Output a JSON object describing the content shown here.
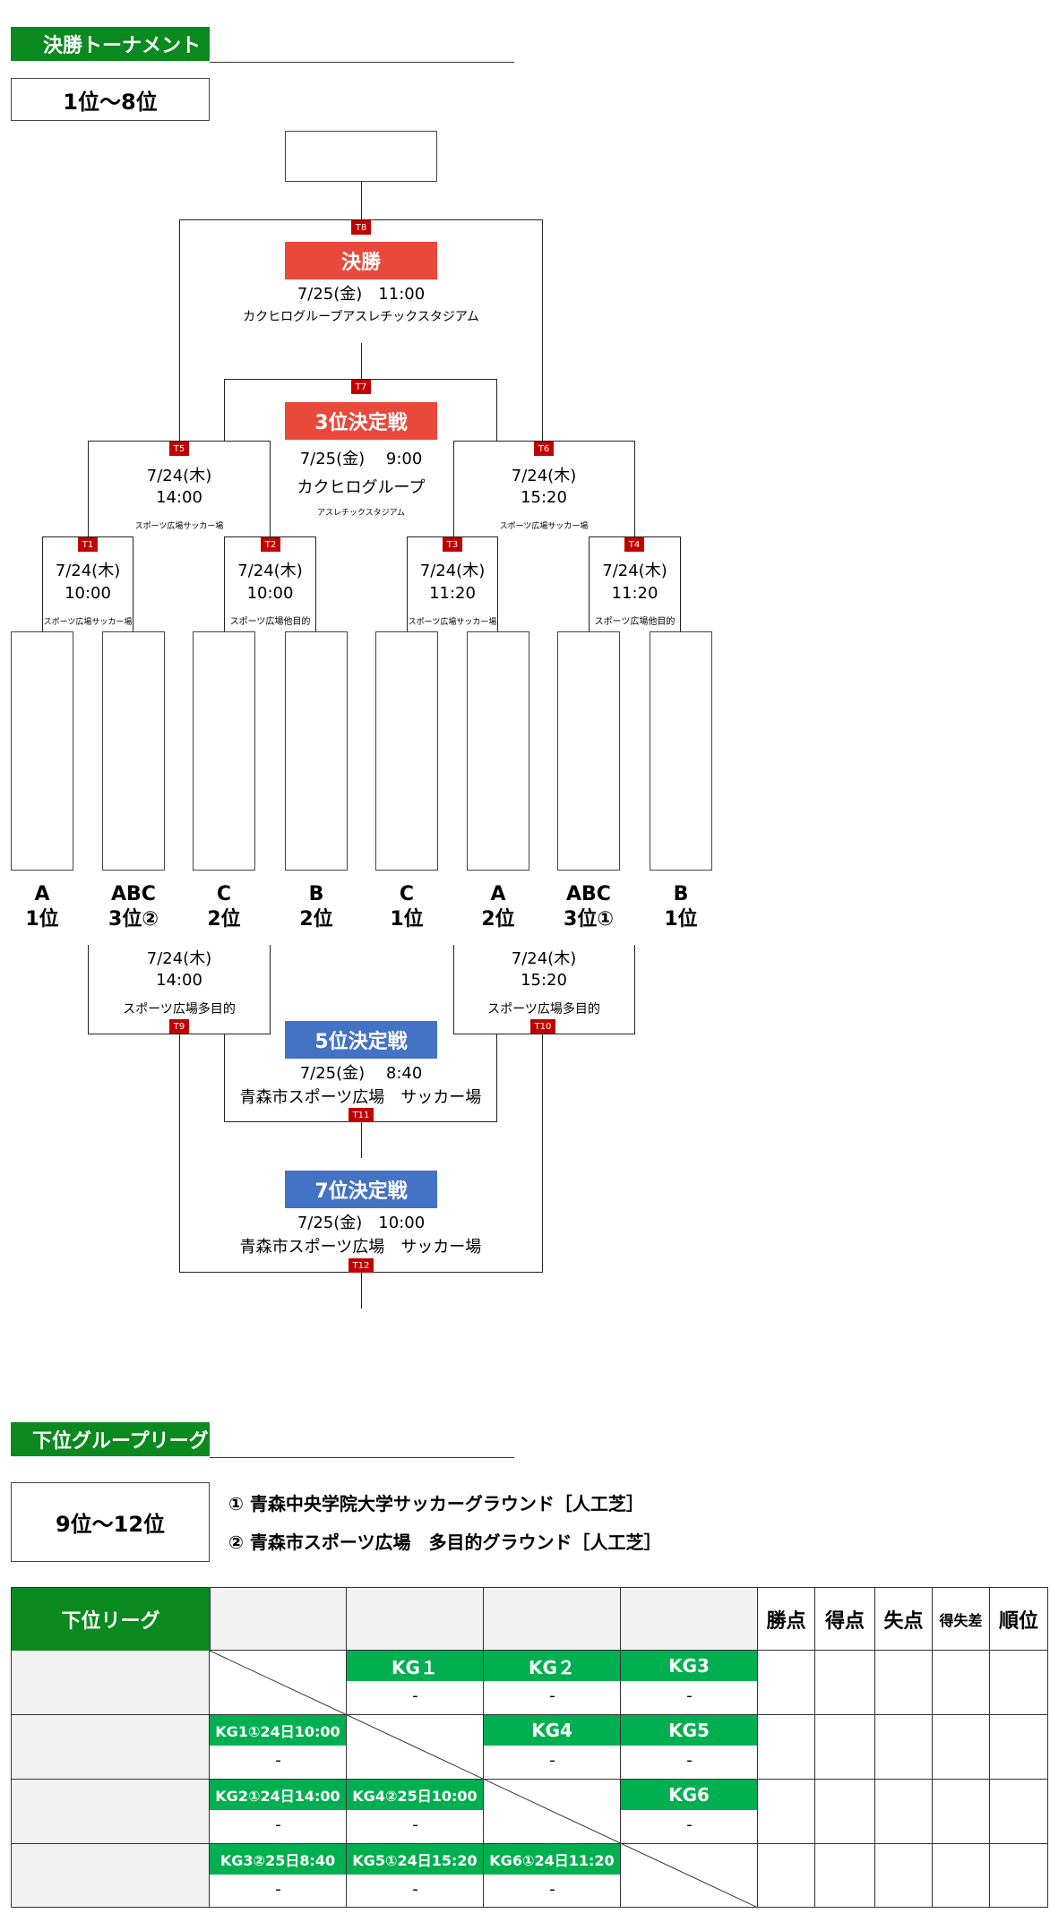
{
  "final_section": {
    "header": "決勝トーナメント",
    "range": "1位〜8位"
  },
  "matches": {
    "t1": {
      "tag": "T1",
      "date": "7/24(木)",
      "time": "10:00",
      "venue": "スポーツ広場サッカー場"
    },
    "t2": {
      "tag": "T2",
      "date": "7/24(木)",
      "time": "10:00",
      "venue": "スポーツ広場他目的"
    },
    "t3": {
      "tag": "T3",
      "date": "7/24(木)",
      "time": "11:20",
      "venue": "スポーツ広場サッカー場"
    },
    "t4": {
      "tag": "T4",
      "date": "7/24(木)",
      "time": "11:20",
      "venue": "スポーツ広場他目的"
    },
    "t5": {
      "tag": "T5",
      "date": "7/24(木)",
      "time": "14:00",
      "venue": "スポーツ広場サッカー場"
    },
    "t6": {
      "tag": "T6",
      "date": "7/24(木)",
      "time": "15:20",
      "venue": "スポーツ広場サッカー場"
    },
    "t7": {
      "tag": "T7",
      "title": "3位決定戦",
      "datetime": "7/25(金)　 9:00",
      "venue1": "カクヒログループ",
      "venue2": "アスレチックスタジアム"
    },
    "t8": {
      "tag": "T8",
      "title": "決勝",
      "datetime": "7/25(金)　11:00",
      "venue": "カクヒログループアスレチックスタジアム"
    },
    "t9": {
      "tag": "T9",
      "date": "7/24(木)",
      "time": "14:00",
      "venue": "スポーツ広場多目的"
    },
    "t10": {
      "tag": "T10",
      "date": "7/24(木)",
      "time": "15:20",
      "venue": "スポーツ広場多目的"
    },
    "t11": {
      "tag": "T11",
      "title": "5位決定戦",
      "datetime": "7/25(金)　 8:40",
      "venue": "青森市スポーツ広場　サッカー場"
    },
    "t12": {
      "tag": "T12",
      "title": "7位決定戦",
      "datetime": "7/25(金)　10:00",
      "venue": "青森市スポーツ広場　サッカー場"
    }
  },
  "seeds": [
    {
      "group": "A",
      "rank": "1位"
    },
    {
      "group": "ABC",
      "rank": "3位②"
    },
    {
      "group": "C",
      "rank": "2位"
    },
    {
      "group": "B",
      "rank": "2位"
    },
    {
      "group": "C",
      "rank": "1位"
    },
    {
      "group": "A",
      "rank": "2位"
    },
    {
      "group": "ABC",
      "rank": "3位①"
    },
    {
      "group": "B",
      "rank": "1位"
    }
  ],
  "lower_section": {
    "header": "下位グループリーグ",
    "range": "9位〜12位",
    "venues": [
      "① 青森中央学院大学サッカーグラウンド［人工芝］",
      "② 青森市スポーツ広場　多目的グラウンド［人工芝］"
    ]
  },
  "league_table": {
    "title": "下位リーグ",
    "columns": [
      "勝点",
      "得点",
      "失点",
      "得失差",
      "順位"
    ],
    "row1": {
      "c2": "KG１",
      "c3": "KG２",
      "c4": "KG3",
      "d2": "-",
      "d3": "-",
      "d4": "-"
    },
    "row2": {
      "c1": "KG1①24日10:00",
      "c3": "KG4",
      "c4": "KG5",
      "d1": "-",
      "d3": "-",
      "d4": "-"
    },
    "row3": {
      "c1": "KG2①24日14:00",
      "c2": "KG4②25日10:00",
      "c4": "KG6",
      "d1": "-",
      "d2": "-",
      "d4": "-"
    },
    "row4": {
      "c1": "KG3②25日8:40",
      "c2": "KG5①24日15:20",
      "c3": "KG6①24日11:20",
      "d1": "-",
      "d2": "-",
      "d3": "-"
    }
  },
  "colors": {
    "header_green": "#0a8a1e",
    "final_red": "#e8493b",
    "placement_blue": "#4472c4",
    "tag_red": "#c00000",
    "kg_green": "#00b050",
    "row_gray": "#f2f2f2"
  }
}
